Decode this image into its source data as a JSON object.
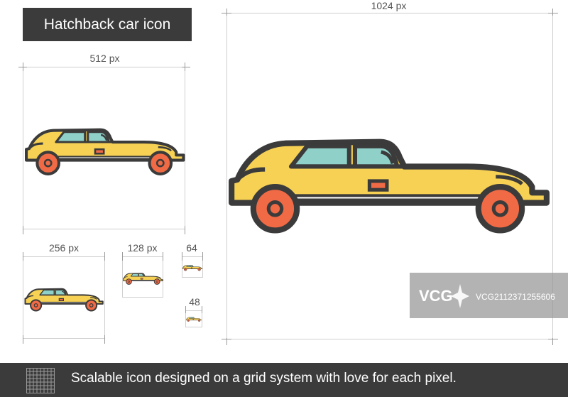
{
  "title": "Hatchback car icon",
  "sizes": {
    "s1024": "1024 px",
    "s512": "512 px",
    "s256": "256 px",
    "s128": "128 px",
    "s64": "64",
    "s48": "48"
  },
  "footer": {
    "tagline": "Scalable icon designed on a grid system with love for each pixel."
  },
  "watermark": {
    "logo": "VCG",
    "id": "VCG21123712556​06"
  },
  "colors": {
    "body": "#f7d154",
    "outline": "#3b3b3b",
    "window": "#8fd1c9",
    "wheel": "#f06a45",
    "footer_bg": "#3b3b3b"
  }
}
